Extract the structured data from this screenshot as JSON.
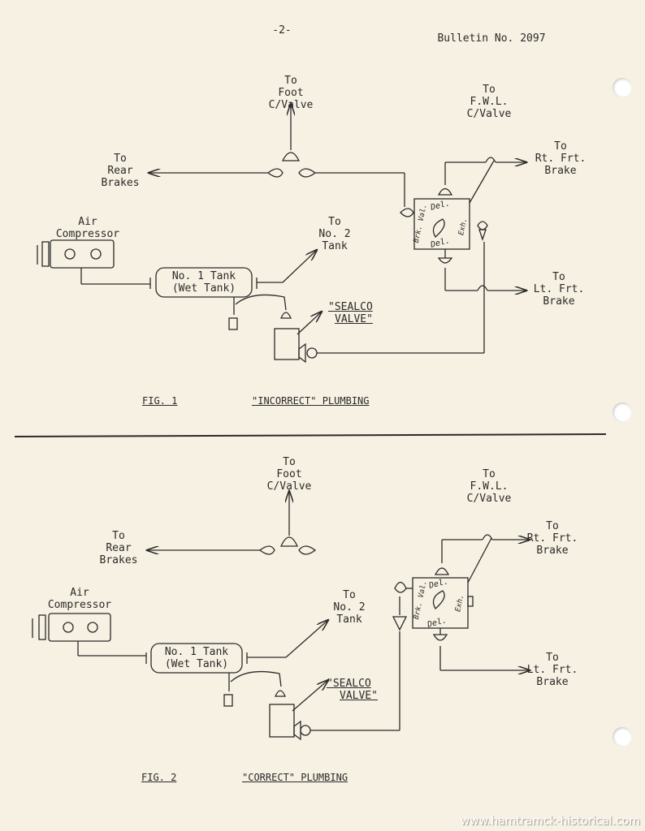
{
  "header": {
    "page_number": "-2-",
    "bulletin": "Bulletin No. 2097"
  },
  "fig1": {
    "foot_valve": [
      "To",
      "Foot",
      "C/Valve"
    ],
    "fwl_valve": [
      "To",
      "F.W.L.",
      "C/Valve"
    ],
    "rear_brakes": [
      "To",
      "Rear",
      "Brakes"
    ],
    "rt_frt_brake": [
      "To",
      "Rt. Frt.",
      "Brake"
    ],
    "lt_frt_brake": [
      "To",
      "Lt. Frt.",
      "Brake"
    ],
    "air_compressor": [
      "Air",
      "Compressor"
    ],
    "no2_tank": [
      "To",
      "No. 2",
      "Tank"
    ],
    "no1_tank": [
      "No. 1 Tank",
      "(Wet Tank)"
    ],
    "sealco_valve": [
      "\"SEALCO",
      "VALVE\""
    ],
    "relay_labels": {
      "del_top": "Del.",
      "del_bottom": "Del.",
      "brk_val": "Brk. Val.",
      "exh": "Exh."
    },
    "caption_fig": "FIG. 1",
    "caption_title": "\"INCORRECT\" PLUMBING"
  },
  "fig2": {
    "foot_valve": [
      "To",
      "Foot",
      "C/Valve"
    ],
    "fwl_valve": [
      "To",
      "F.W.L.",
      "C/Valve"
    ],
    "rear_brakes": [
      "To",
      "Rear",
      "Brakes"
    ],
    "rt_frt_brake": [
      "To",
      "Rt. Frt.",
      "Brake"
    ],
    "lt_frt_brake": [
      "To",
      "Lt. Frt.",
      "Brake"
    ],
    "air_compressor": [
      "Air",
      "Compressor"
    ],
    "no2_tank": [
      "To",
      "No. 2",
      "Tank"
    ],
    "no1_tank": [
      "No. 1 Tank",
      "(Wet Tank)"
    ],
    "sealco_valve": [
      "\"SEALCO",
      "VALVE\""
    ],
    "relay_labels": {
      "del_top": "Del.",
      "del_bottom": "Del.",
      "brk_val": "Brk. Val.",
      "exh": "Exh."
    },
    "caption_fig": "FIG. 2",
    "caption_title": "\"CORRECT\" PLUMBING"
  },
  "watermark": "www.hamtramck-historical.com",
  "colors": {
    "paper": "#f7f1e3",
    "ink": "#2b2a2a"
  }
}
